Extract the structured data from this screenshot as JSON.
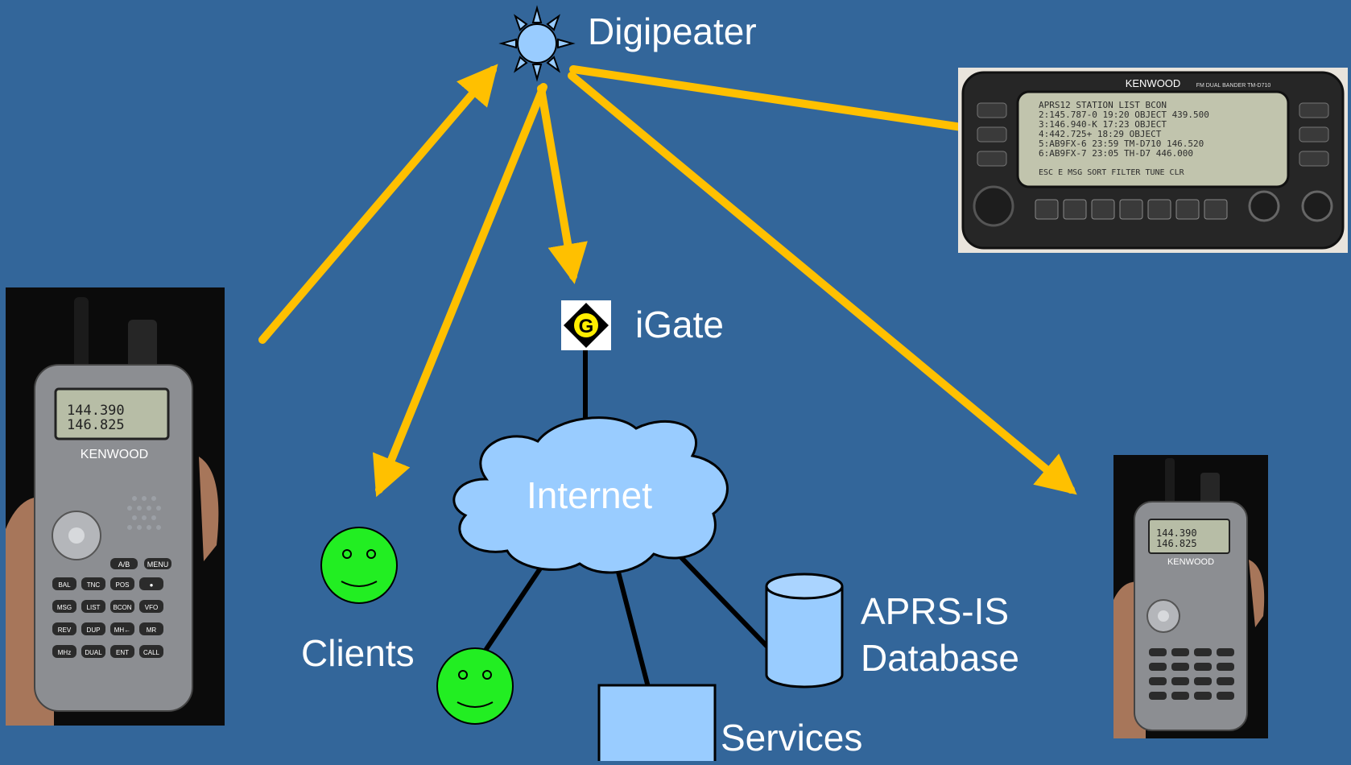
{
  "diagram": {
    "nodes": {
      "digipeater": "Digipeater",
      "igate": "iGate",
      "internet": "Internet",
      "clients": "Clients",
      "database_line1": "APRS-IS",
      "database_line2": "Database",
      "services": "Services"
    },
    "igate_symbol": "G",
    "colors": {
      "background": "#33669a",
      "rf_arrow": "#ffc000",
      "node_fill": "#99ccff",
      "client_face": "#22ee22",
      "wire": "#000000"
    },
    "devices": {
      "handheld_left": {
        "brand": "KENWOOD",
        "freq1": "144.390",
        "freq2": "146.825",
        "keys": [
          "BAL",
          "TNC",
          "POS",
          "●",
          "MSG",
          "LIST",
          "BCON",
          "VFO",
          "REV",
          "DUP",
          "MH←",
          "MR",
          "MHz",
          "DUAL",
          "ENT",
          "CALL"
        ],
        "ab_key": "A/B",
        "menu_key": "MENU"
      },
      "handheld_right": {
        "brand": "KENWOOD",
        "freq1": "144.390",
        "freq2": "146.825"
      },
      "mobile": {
        "brand": "KENWOOD",
        "model": "FM DUAL BANDER TM-D710",
        "screen_lines": [
          "APRS12  STATION LIST  BCON",
          "2:145.787-0 19:20 OBJECT   439.500",
          "3:146.940-K 17:23 OBJECT",
          "4:442.725+  18:29 OBJECT",
          "5:AB9FX-6   23:59 TM-D710  146.520",
          "6:AB9FX-7   23:05 TH-D7    446.000"
        ],
        "softkeys": "ESC  E  MSG SORT FILTER TUNE CLR"
      }
    }
  }
}
